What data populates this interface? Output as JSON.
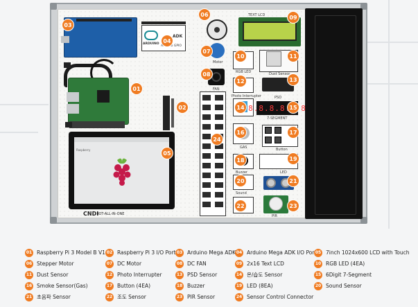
{
  "board": {
    "rgb_led_label": "RGB LED",
    "dust_sensor_label": "Dust Sensor",
    "photo_interrupter_label": "Photo Interrupter",
    "psd_label": "PSD",
    "seven_segment_label": "7-SEGMENT",
    "text_lcd_label": "TEXT LCD",
    "gas_label": "GAS",
    "button_label": "Button",
    "buzzer_label": "Buzzer",
    "led_label": "LED",
    "sound_label": "Sound",
    "pir_label": "PIR",
    "motor_label": "Motor",
    "fan_label": "FAN",
    "arduino_label": "ARDUINO",
    "adk_label": "ADK",
    "gpio_label": "Arduino GPIO",
    "segment_digits": "8.8.8.8.8.8",
    "raspberry_label": "Raspberry",
    "brand": "CNDI",
    "brand_sub": "IOT-ALL-IN-ONE"
  },
  "badges": [
    "01",
    "02",
    "03",
    "04",
    "05",
    "06",
    "07",
    "08",
    "09",
    "10",
    "11",
    "12",
    "13",
    "14",
    "15",
    "16",
    "17",
    "18",
    "19",
    "20",
    "21",
    "22",
    "23",
    "24"
  ],
  "legend": [
    {
      "num": "01",
      "text": "Raspberry Pi 3 Model B V1.2"
    },
    {
      "num": "02",
      "text": "Raspberry Pi 3 I/O Port"
    },
    {
      "num": "03",
      "text": "Arduino Mega ADK"
    },
    {
      "num": "04",
      "text": "Arduino Mega ADK I/O Port"
    },
    {
      "num": "05",
      "text": "7inch 1024x600 LCD with Touch"
    },
    {
      "num": "06",
      "text": "Stepper Motor"
    },
    {
      "num": "07",
      "text": "DC Motor"
    },
    {
      "num": "08",
      "text": "DC FAN"
    },
    {
      "num": "09",
      "text": "2x16 Text LCD"
    },
    {
      "num": "10",
      "text": "RGB LED (4EA)"
    },
    {
      "num": "11",
      "text": "Dust Sensor"
    },
    {
      "num": "12",
      "text": "Photo Interrupter"
    },
    {
      "num": "13",
      "text": "PSD Sensor"
    },
    {
      "num": "14",
      "text": "온/습도 Sensor"
    },
    {
      "num": "15",
      "text": "6Digit 7-Segment"
    },
    {
      "num": "16",
      "text": "Smoke Sensor(Gas)"
    },
    {
      "num": "17",
      "text": "Button (4EA)"
    },
    {
      "num": "18",
      "text": "Buzzer"
    },
    {
      "num": "19",
      "text": "LED (8EA)"
    },
    {
      "num": "20",
      "text": "Sound Sensor"
    },
    {
      "num": "21",
      "text": "초음파 Sensor"
    },
    {
      "num": "22",
      "text": "조도 Sensor"
    },
    {
      "num": "23",
      "text": "PIR Sensor"
    },
    {
      "num": "24",
      "text": "Sensor Control Connector"
    }
  ],
  "colors": {
    "badge": "#f07c22",
    "frame": "#cfd2d4",
    "pouch": "#111111",
    "lcd_green": "#b8d24a",
    "pcb_blue": "#1e5fa8",
    "pcb_green": "#2f7a3a"
  }
}
